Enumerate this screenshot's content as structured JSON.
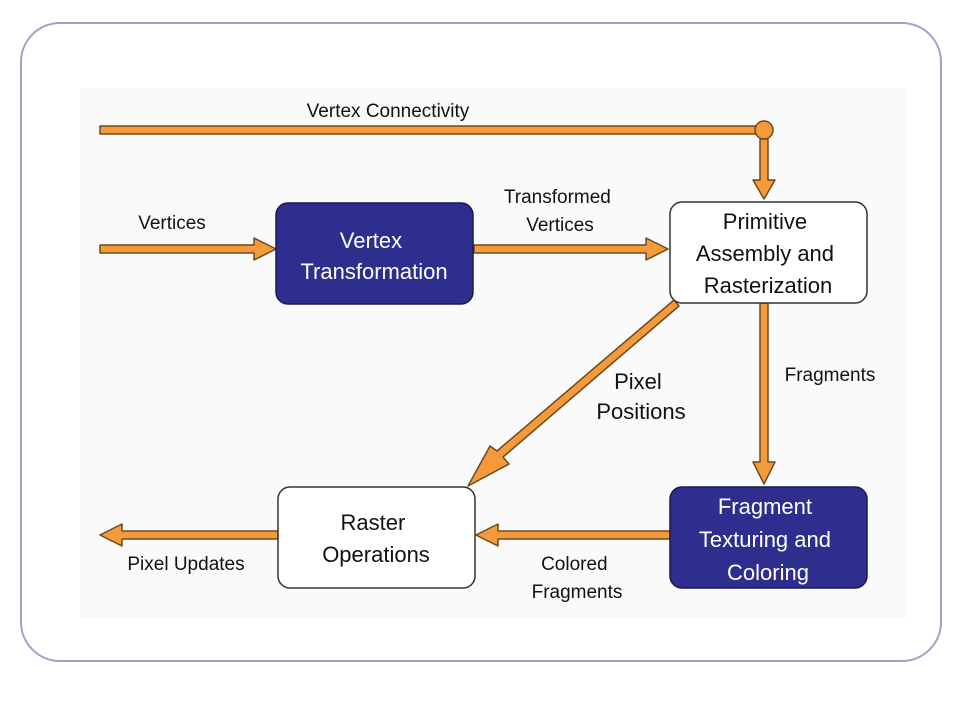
{
  "nodes": {
    "vertex_transformation": [
      "Vertex",
      "Transformation"
    ],
    "primitive_assembly": [
      "Primitive",
      "Assembly and",
      "Rasterization"
    ],
    "fragment_texturing": [
      "Fragment",
      "Texturing and",
      "Coloring"
    ],
    "raster_operations": [
      "Raster",
      "Operations"
    ]
  },
  "edges": {
    "vertex_connectivity": [
      "Vertex Connectivity"
    ],
    "vertices": [
      "Vertices"
    ],
    "transformed_vertices": [
      "Transformed",
      "Vertices"
    ],
    "pixel_positions": [
      "Pixel",
      "Positions"
    ],
    "fragments": [
      "Fragments"
    ],
    "colored_fragments": [
      "Colored",
      "Fragments"
    ],
    "pixel_updates": [
      "Pixel Updates"
    ]
  },
  "colors": {
    "arrow_fill": "#f59a3a",
    "arrow_stroke": "#6b4a1e",
    "dark_box": "#2e2e8f",
    "frame": "#9aa3c8"
  }
}
